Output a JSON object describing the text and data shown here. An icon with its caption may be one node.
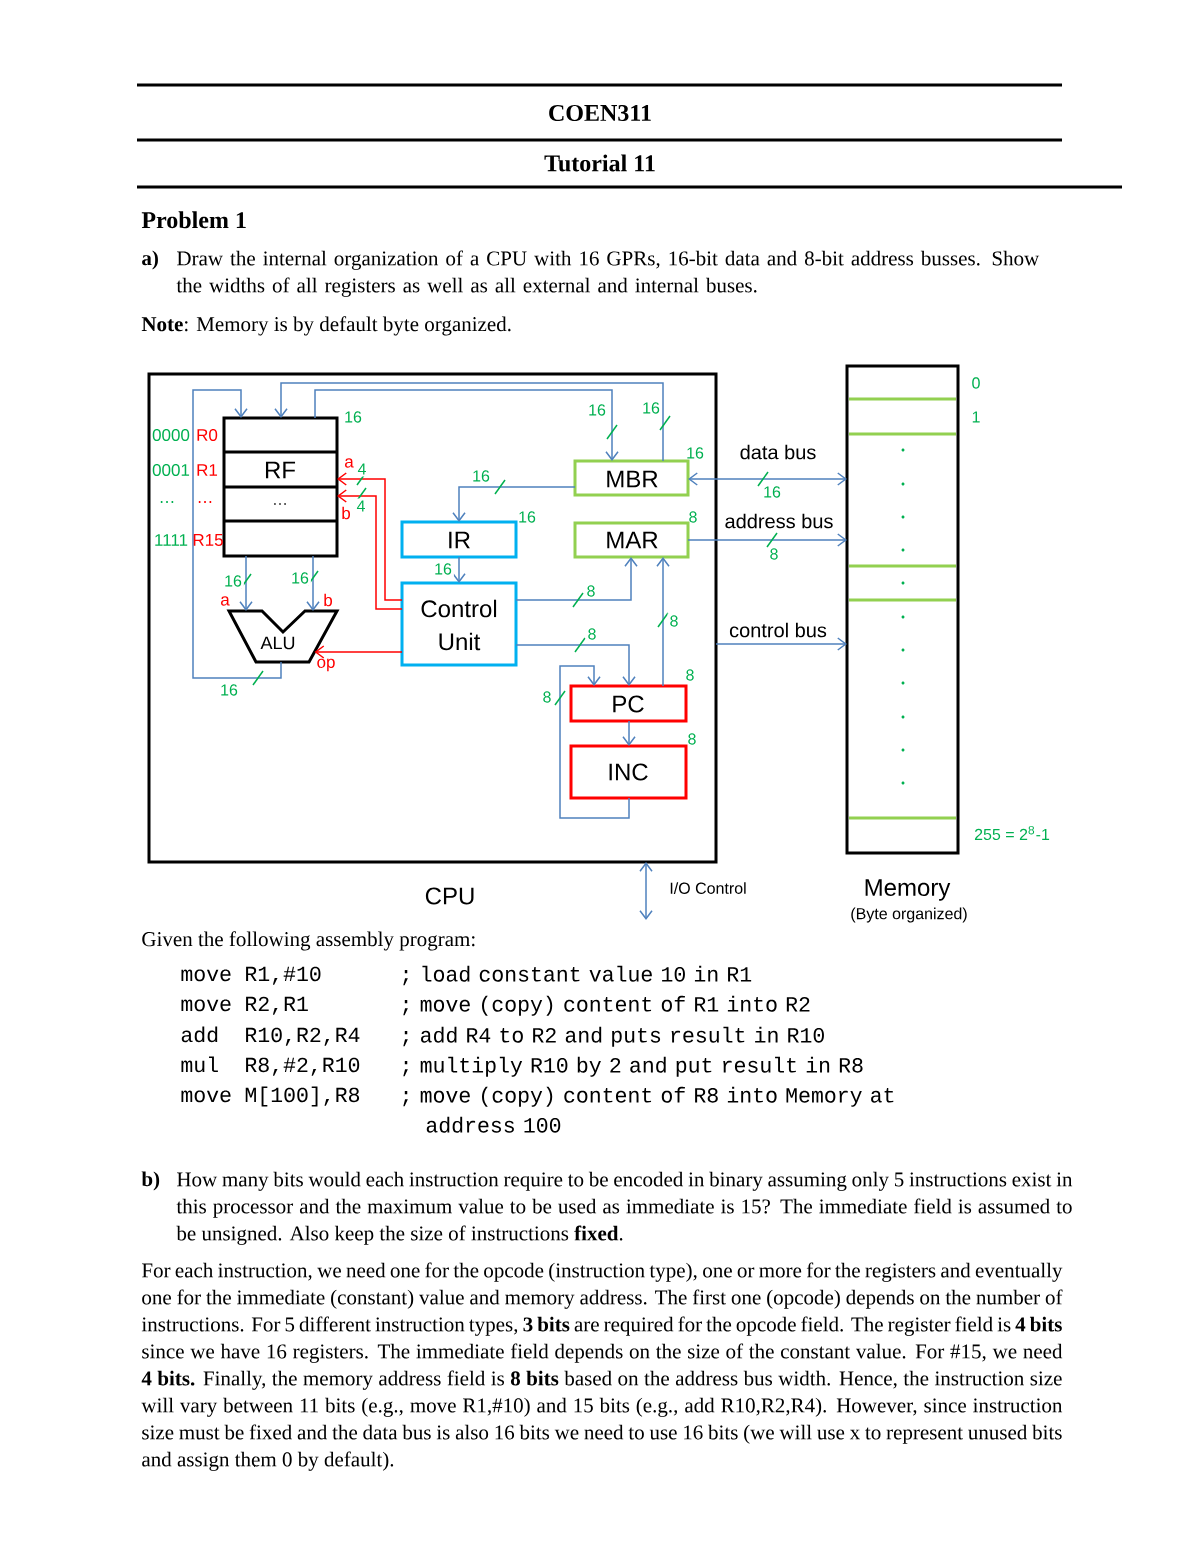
{
  "diagram": {
    "title": "COEN311",
    "nodes": [
      {
        "text": [
          "CPU"
        ]
      },
      {
        "text": [
          "RF",
          "…"
        ],
        "in": 0,
        "beside": [
          "16"
        ]
      },
      {
        "text": [
          "ALU"
        ],
        "in": 0
      },
      {
        "text": [
          "IR"
        ],
        "in": 0,
        "beside": [
          "16"
        ]
      },
      {
        "text": [
          "Control Unit"
        ],
        "in": 0
      },
      {
        "text": [
          "MBR"
        ],
        "in": 0,
        "beside": [
          "16"
        ]
      },
      {
        "text": [
          "MAR"
        ],
        "in": 0,
        "beside": [
          "8"
        ]
      },
      {
        "text": [
          "PC"
        ],
        "in": 0,
        "beside": [
          "8"
        ]
      },
      {
        "text": [
          "INC"
        ],
        "in": 0,
        "beside": [
          "8"
        ]
      },
      {
        "text": [
          "Memory",
          "(Byte organized)"
        ],
        "beside": [
          "0",
          "1",
          "255 = 2$^{8}$-1"
        ]
      }
    ],
    "edges": [
      {
        "from": 2,
        "to": 1,
        "arrow": "to",
        "label": "16"
      },
      {
        "from": 5,
        "to": 1,
        "arrow": "to",
        "label": "16"
      },
      {
        "from": 1,
        "to": 5,
        "arrow": "to",
        "label": "16"
      },
      {
        "from": 1,
        "to": 2,
        "arrow": "to",
        "label": "16"
      },
      {
        "from": 1,
        "to": 2,
        "arrow": "to",
        "label": "16"
      },
      {
        "from": 5,
        "to": 3,
        "arrow": "to",
        "label": "16"
      },
      {
        "from": 3,
        "to": 4,
        "arrow": "to",
        "label": "16"
      },
      {
        "from": 4,
        "to": 1,
        "arrow": "to",
        "label": "4",
        "color": "#ff0000"
      },
      {
        "from": 4,
        "to": 1,
        "arrow": "to",
        "label": "4",
        "color": "#ff0000"
      },
      {
        "from": 4,
        "to": 2,
        "arrow": "to",
        "color": "#ff0000"
      },
      {
        "from": 4,
        "to": 6,
        "arrow": "to",
        "label": "8"
      },
      {
        "from": 4,
        "to": 7,
        "arrow": "to",
        "label": "8"
      },
      {
        "from": 7,
        "to": 6,
        "arrow": "to",
        "label": "8"
      },
      {
        "from": 8,
        "to": 7,
        "arrow": "to",
        "label": "8"
      },
      {
        "from": 7,
        "to": 8,
        "arrow": "to"
      },
      {
        "from": 5,
        "to": 9,
        "arrow": "both",
        "label": "data bus"
      },
      {
        "from": 6,
        "to": 9,
        "arrow": "to",
        "label": "address bus"
      },
      {
        "from": 0,
        "to": 9,
        "arrow": "to",
        "label": "control bus"
      },
      {
        "from": 0,
        "to": null,
        "arrow": "both",
        "label": "I/O Control"
      }
    ],
    "labels": [
      "Tutorial 11",
      "Problem 1",
      "a)",
      "Draw the internal organization of a CPU with 16 GPRs, 16-bit data and 8-bit address busses. Show the widths of all registers as well as all external and internal buses.",
      "**Note**: Memory is by default byte organized.",
      "0000",
      "R0",
      "0001",
      "R1",
      "…",
      "…",
      "1111",
      "R15",
      "a",
      "b",
      "a",
      "b",
      "op",
      "16",
      "8",
      "Given the following assembly program:",
      "move",
      "R1,#10",
      "; load constant value 10 in R1",
      "move",
      "R2,R1",
      "; move (copy) content of R1 into R2",
      "add",
      "R10,R2,R4",
      "; add R4 to R2 and puts result in R10",
      "mul",
      "R8,#2,R10",
      "; multiply R10 by 2 and put result in R8",
      "move",
      "M[100],R8",
      "; move (copy) content of R8 into Memory at address 100",
      "b)",
      "How many bits would each instruction require to be encoded in binary assuming only 5 instructions exist in this processor and the maximum value to be used as immediate is 15? The immediate field is assumed to be unsigned. Also keep the size of instructions **fixed**.",
      "For each instruction, we need one for the opcode (instruction type), one or more for the registers and eventually one for the immediate (constant) value and memory address. The first one (opcode) depends on the number of instructions. For 5 different instruction types, **3 bits** are required for the opcode field. The register field is **4 bits** since we have 16 registers. The immediate field depends on the size of the constant value. For #15, we need **4 bits.** Finally, the memory address field is **8 bits** based on the address bus width. Hence, the instruction size will vary between 11 bits (e.g., move R1,#10) and 15 bits (e.g., add R10,R2,R4). However, since instruction size must be fixed and the data bus is also 16 bits we need to use 16 bits (we will use x to represent unused bits and assign them 0 by default)."
    ]
  }
}
